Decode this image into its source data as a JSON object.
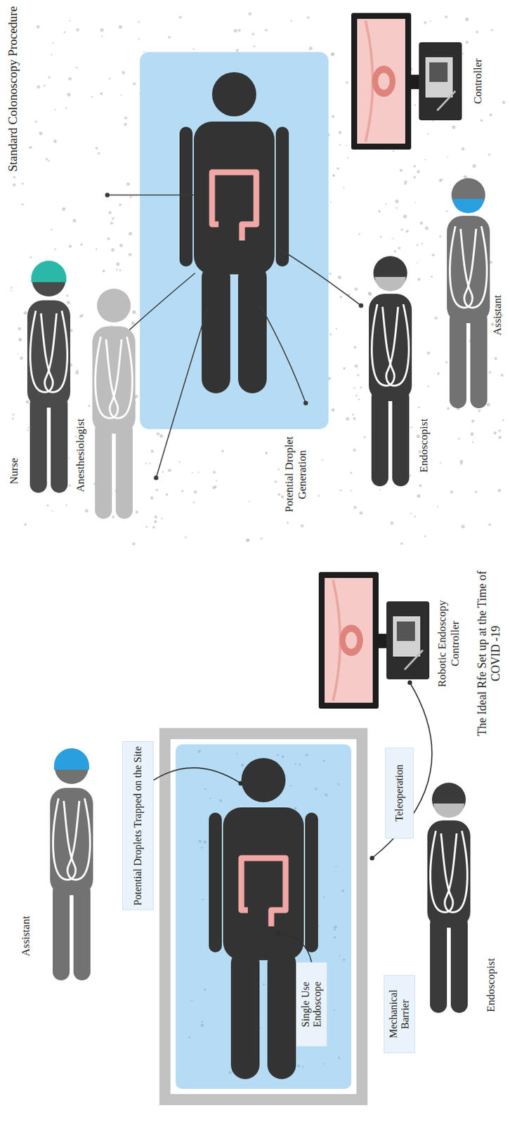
{
  "diagram": {
    "nodes": [
      {
        "text": [
          "Potential Droplets Trapped on the Site"
        ]
      },
      {
        "text": [
          "Single Use Endoscope"
        ]
      },
      {
        "text": [
          "Teleoperation"
        ]
      },
      {
        "text": [
          "Mechanical Barrier"
        ]
      }
    ],
    "labels": [
      "Standard Colonoscopy Procedure",
      "Nurse",
      "Anesthesiologist",
      "Potential Droplet Generation",
      "Controller",
      "Endoscopist",
      "Assistant",
      "The Ideal Rfe Set up at the Time of COVID -19",
      "Robotic Endoscopy Controller",
      "Endoscopist",
      "Assistant"
    ]
  }
}
